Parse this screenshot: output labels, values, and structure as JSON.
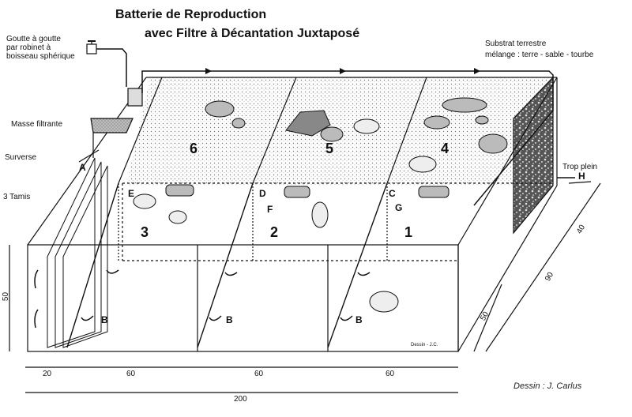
{
  "title": {
    "line1": "Batterie de Reproduction",
    "line2": "avec Filtre à Décantation Juxtaposé"
  },
  "labels": {
    "goutte_line1": "Goutte à goutte",
    "goutte_line2": "par robinet à",
    "goutte_line3": "boisseau sphérique",
    "masse_filtrante": "Masse filtrante",
    "surverse": "Surverse",
    "tamis": "3 Tamis",
    "substrat_line1": "Substrat terrestre",
    "substrat_line2": "mélange : terre - sable - tourbe",
    "trop_plein": "Trop plein"
  },
  "compartments": {
    "upper": [
      "6",
      "5",
      "4"
    ],
    "lower": [
      "3",
      "2",
      "1"
    ]
  },
  "letters": {
    "A": "A",
    "B": "B",
    "C": "C",
    "D": "D",
    "E": "E",
    "F": "F",
    "G": "G",
    "H": "H"
  },
  "dimensions": {
    "height": "50",
    "filter_width": "20",
    "compartment_width": "60",
    "total_length": "200",
    "depth_90": "90",
    "depth_40": "40",
    "depth_50": "50"
  },
  "credit": "Dessin : J. Carlus",
  "signature": "Dessin - J.C.",
  "colors": {
    "ink": "#111111",
    "substrate": "#cfcfcf",
    "filter": "#9a9a9a"
  }
}
